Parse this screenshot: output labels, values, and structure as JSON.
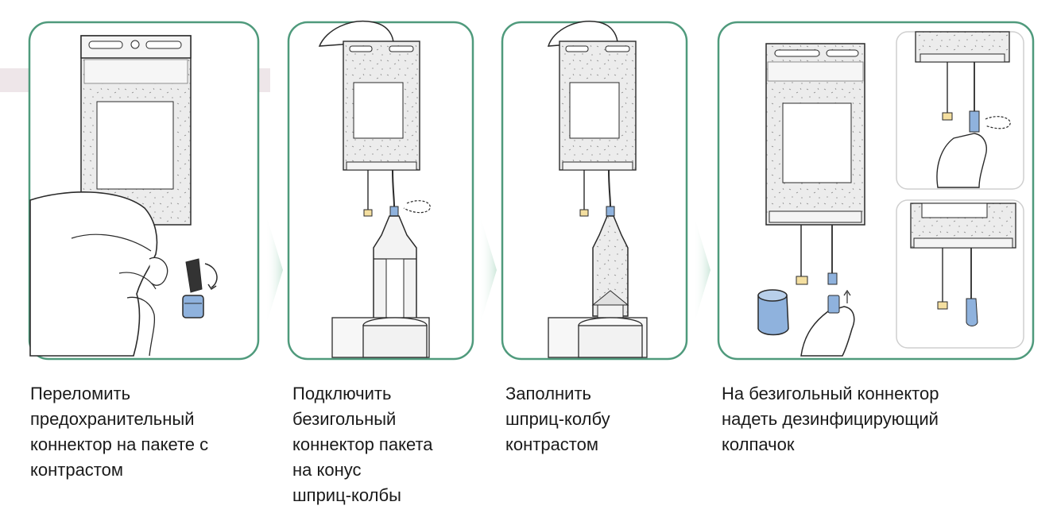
{
  "steps": [
    {
      "caption": "Переломить\nпредохранительный\nконнектор на пакете с\nконтрастом"
    },
    {
      "caption": "Подключить\nбезигольный\nконнектор пакета\nна конус\nшприц-колбы"
    },
    {
      "caption": "Заполнить\nшприц-колбу\nконтрастом"
    },
    {
      "caption": "На безигольный коннектор\nнадеть дезинфицирующий\nколпачок"
    }
  ],
  "colors": {
    "frame": "#4f9a7c",
    "arrow": "#d4ebe1",
    "fluid": "#ebebeb",
    "connector_blue": "#8fb2dd",
    "connector_yellow": "#f4dfa0",
    "line": "#2a2a2a"
  }
}
